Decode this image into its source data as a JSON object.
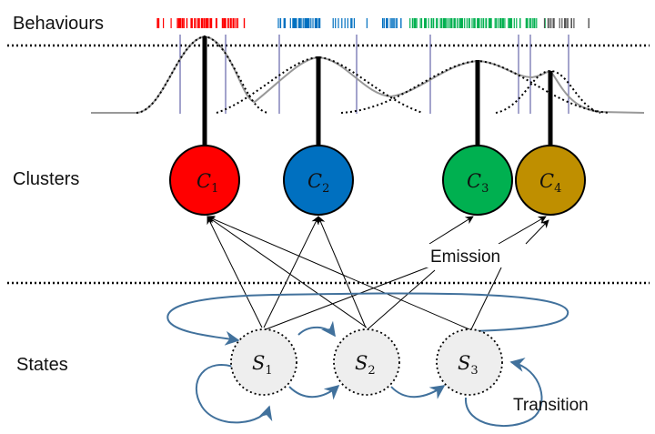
{
  "labels": {
    "behaviours": "Behaviours",
    "clusters": "Clusters",
    "states": "States",
    "emission": "Emission",
    "transition": "Transition"
  },
  "clusters": [
    {
      "letter": "C",
      "sub": "1",
      "color": "#ff0000"
    },
    {
      "letter": "C",
      "sub": "2",
      "color": "#0070c0"
    },
    {
      "letter": "C",
      "sub": "3",
      "color": "#00b050"
    },
    {
      "letter": "C",
      "sub": "4",
      "color": "#bf8f00"
    }
  ],
  "states": [
    {
      "letter": "S",
      "sub": "1"
    },
    {
      "letter": "S",
      "sub": "2"
    },
    {
      "letter": "S",
      "sub": "3"
    }
  ],
  "colors": {
    "emission_line": "#000000",
    "transition_line": "#41719c",
    "state_fill": "#eeeeee",
    "divider": "#000000"
  }
}
